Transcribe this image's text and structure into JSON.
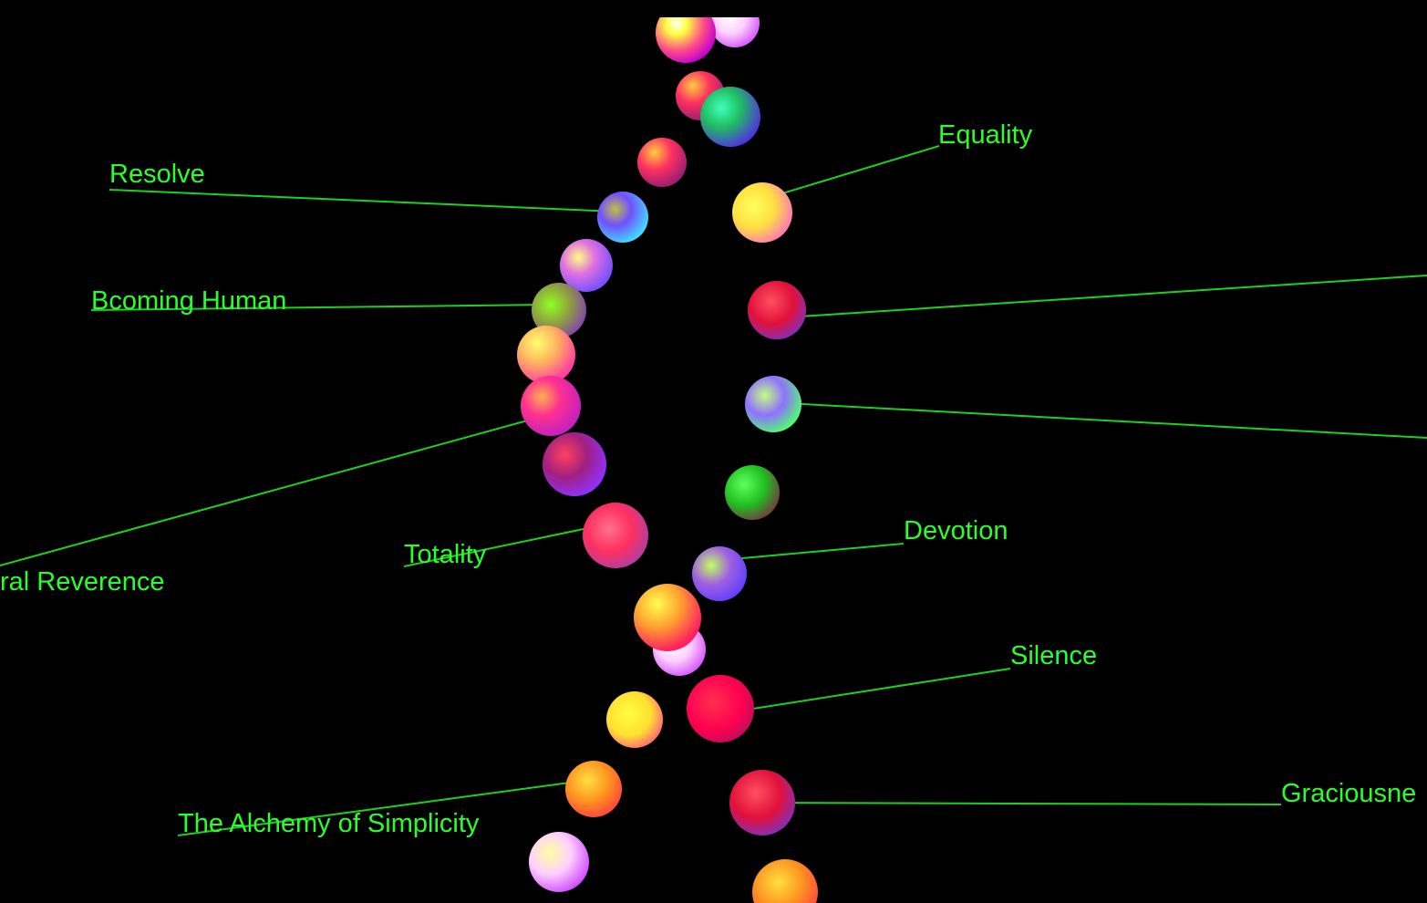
{
  "scene": {
    "background": "#000000",
    "leader_color": "#1ed01e",
    "label_color": "#2aff2a"
  },
  "labels": [
    {
      "id": "resolve",
      "text": "Resolve"
    },
    {
      "id": "equality",
      "text": "Equality"
    },
    {
      "id": "becoming-human",
      "text": "Bcoming Human"
    },
    {
      "id": "reverence",
      "text": "ral Reverence"
    },
    {
      "id": "totality",
      "text": "Totality"
    },
    {
      "id": "devotion",
      "text": "Devotion"
    },
    {
      "id": "silence",
      "text": "Silence"
    },
    {
      "id": "alchemy",
      "text": "The Alchemy of Simplicity"
    },
    {
      "id": "graciousness",
      "text": "Graciousne"
    }
  ]
}
